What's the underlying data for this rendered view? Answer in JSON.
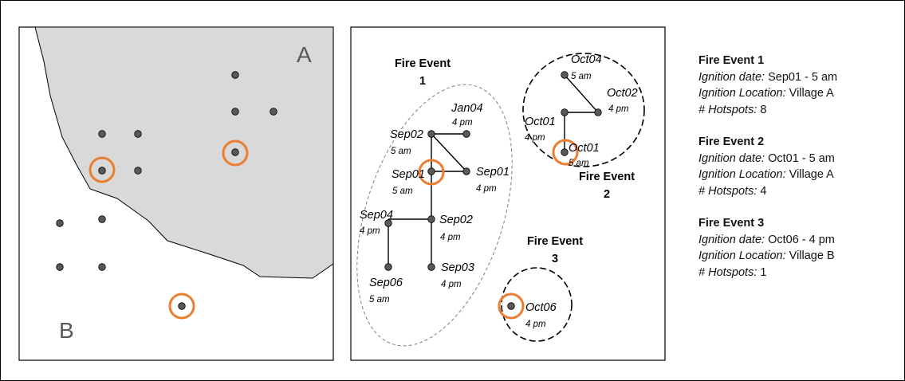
{
  "map": {
    "region_a_label": "A",
    "region_b_label": "B",
    "colors": {
      "region_a_fill": "#d9d9d9",
      "hotspot": "#595959",
      "ignition_ring": "#ed7d31"
    }
  },
  "graph": {
    "fire_event_1_title_line1": "Fire Event",
    "fire_event_1_title_line2": "1",
    "fire_event_2_title_line1": "Fire Event",
    "fire_event_2_title_line2": "2",
    "fire_event_3_title_line1": "Fire Event",
    "fire_event_3_title_line2": "3",
    "nodes": {
      "jan04": {
        "date": "Jan04",
        "time": "4 pm"
      },
      "sep02a": {
        "date": "Sep02",
        "time": "5 am"
      },
      "sep01a": {
        "date": "Sep01",
        "time": "5 am"
      },
      "sep01b": {
        "date": "Sep01",
        "time": "4 pm"
      },
      "sep04": {
        "date": "Sep04",
        "time": "4 pm"
      },
      "sep02b": {
        "date": "Sep02",
        "time": "4 pm"
      },
      "sep06": {
        "date": "Sep06",
        "time": "5 am"
      },
      "sep03": {
        "date": "Sep03",
        "time": "4 pm"
      },
      "oct04": {
        "date": "Oct04",
        "time": "5 am"
      },
      "oct02": {
        "date": "Oct02",
        "time": "4 pm"
      },
      "oct01a": {
        "date": "Oct01",
        "time": "4 pm"
      },
      "oct01b": {
        "date": "Oct01",
        "time": "5 am"
      },
      "oct06": {
        "date": "Oct06",
        "time": "4 pm"
      }
    }
  },
  "events": [
    {
      "title": "Fire Event 1",
      "ignition_date_label": "Ignition date:",
      "ignition_date": "Sep01 - 5 am",
      "ignition_location_label": "Ignition Location:",
      "ignition_location": "Village A",
      "hotspots_label": "# Hotspots:",
      "hotspots": "8"
    },
    {
      "title": "Fire Event 2",
      "ignition_date_label": "Ignition date:",
      "ignition_date": "Oct01 - 5 am",
      "ignition_location_label": "Ignition Location:",
      "ignition_location": "Village A",
      "hotspots_label": "# Hotspots:",
      "hotspots": "4"
    },
    {
      "title": "Fire Event 3",
      "ignition_date_label": "Ignition date:",
      "ignition_date": "Oct06 - 4 pm",
      "ignition_location_label": "Ignition Location:",
      "ignition_location": "Village B",
      "hotspots_label": "# Hotspots:",
      "hotspots": "1"
    }
  ]
}
